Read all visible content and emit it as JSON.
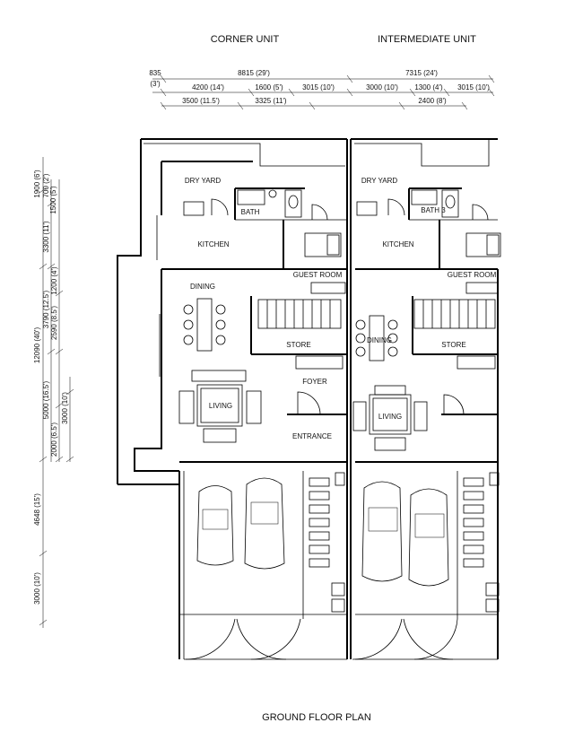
{
  "headings": {
    "corner_unit": "CORNER UNIT",
    "intermediate_unit": "INTERMEDIATE UNIT",
    "plan_title": "GROUND FLOOR PLAN"
  },
  "dimensions": {
    "top": {
      "d835": "835",
      "d3ft": "(3')",
      "d8815": "8815 (29')",
      "d7315": "7315 (24')",
      "d4200": "4200 (14')",
      "d1600": "1600 (5')",
      "d3015a": "3015 (10')",
      "d3000": "3000 (10')",
      "d1300": "1300 (4')",
      "d3015b": "3015 (10')",
      "d3500": "3500 (11.5')",
      "d3325": "3325 (11')",
      "d2400": "2400 (8')"
    },
    "left": {
      "d1900": "1900 (6')",
      "d700": "700 (2')",
      "d1500": "1500 (5')",
      "d3300": "3300 (11')",
      "d1200": "1200 (4')",
      "d3790": "3790 (12.5')",
      "d2590": "2590 (8.5')",
      "d12090": "12090 (40')",
      "d5000": "5000 (16.5')",
      "d2000": "2000 (6.5')",
      "d3000a": "3000 (10')",
      "d4648": "4648 (15')",
      "d3000b": "3000 (10')"
    }
  },
  "rooms": {
    "corner": {
      "dry_yard": "DRY YARD",
      "bath": "BATH",
      "kitchen": "KITCHEN",
      "guest_room": "GUEST ROOM",
      "dining": "DINING",
      "store": "STORE",
      "foyer": "FOYER",
      "living": "LIVING",
      "entrance": "ENTRANCE"
    },
    "intermediate": {
      "dry_yard": "DRY YARD",
      "bath": "BATH 3",
      "kitchen": "KITCHEN",
      "guest_room": "GUEST ROOM",
      "dining": "DINING",
      "store": "STORE",
      "living": "LIVING"
    }
  }
}
